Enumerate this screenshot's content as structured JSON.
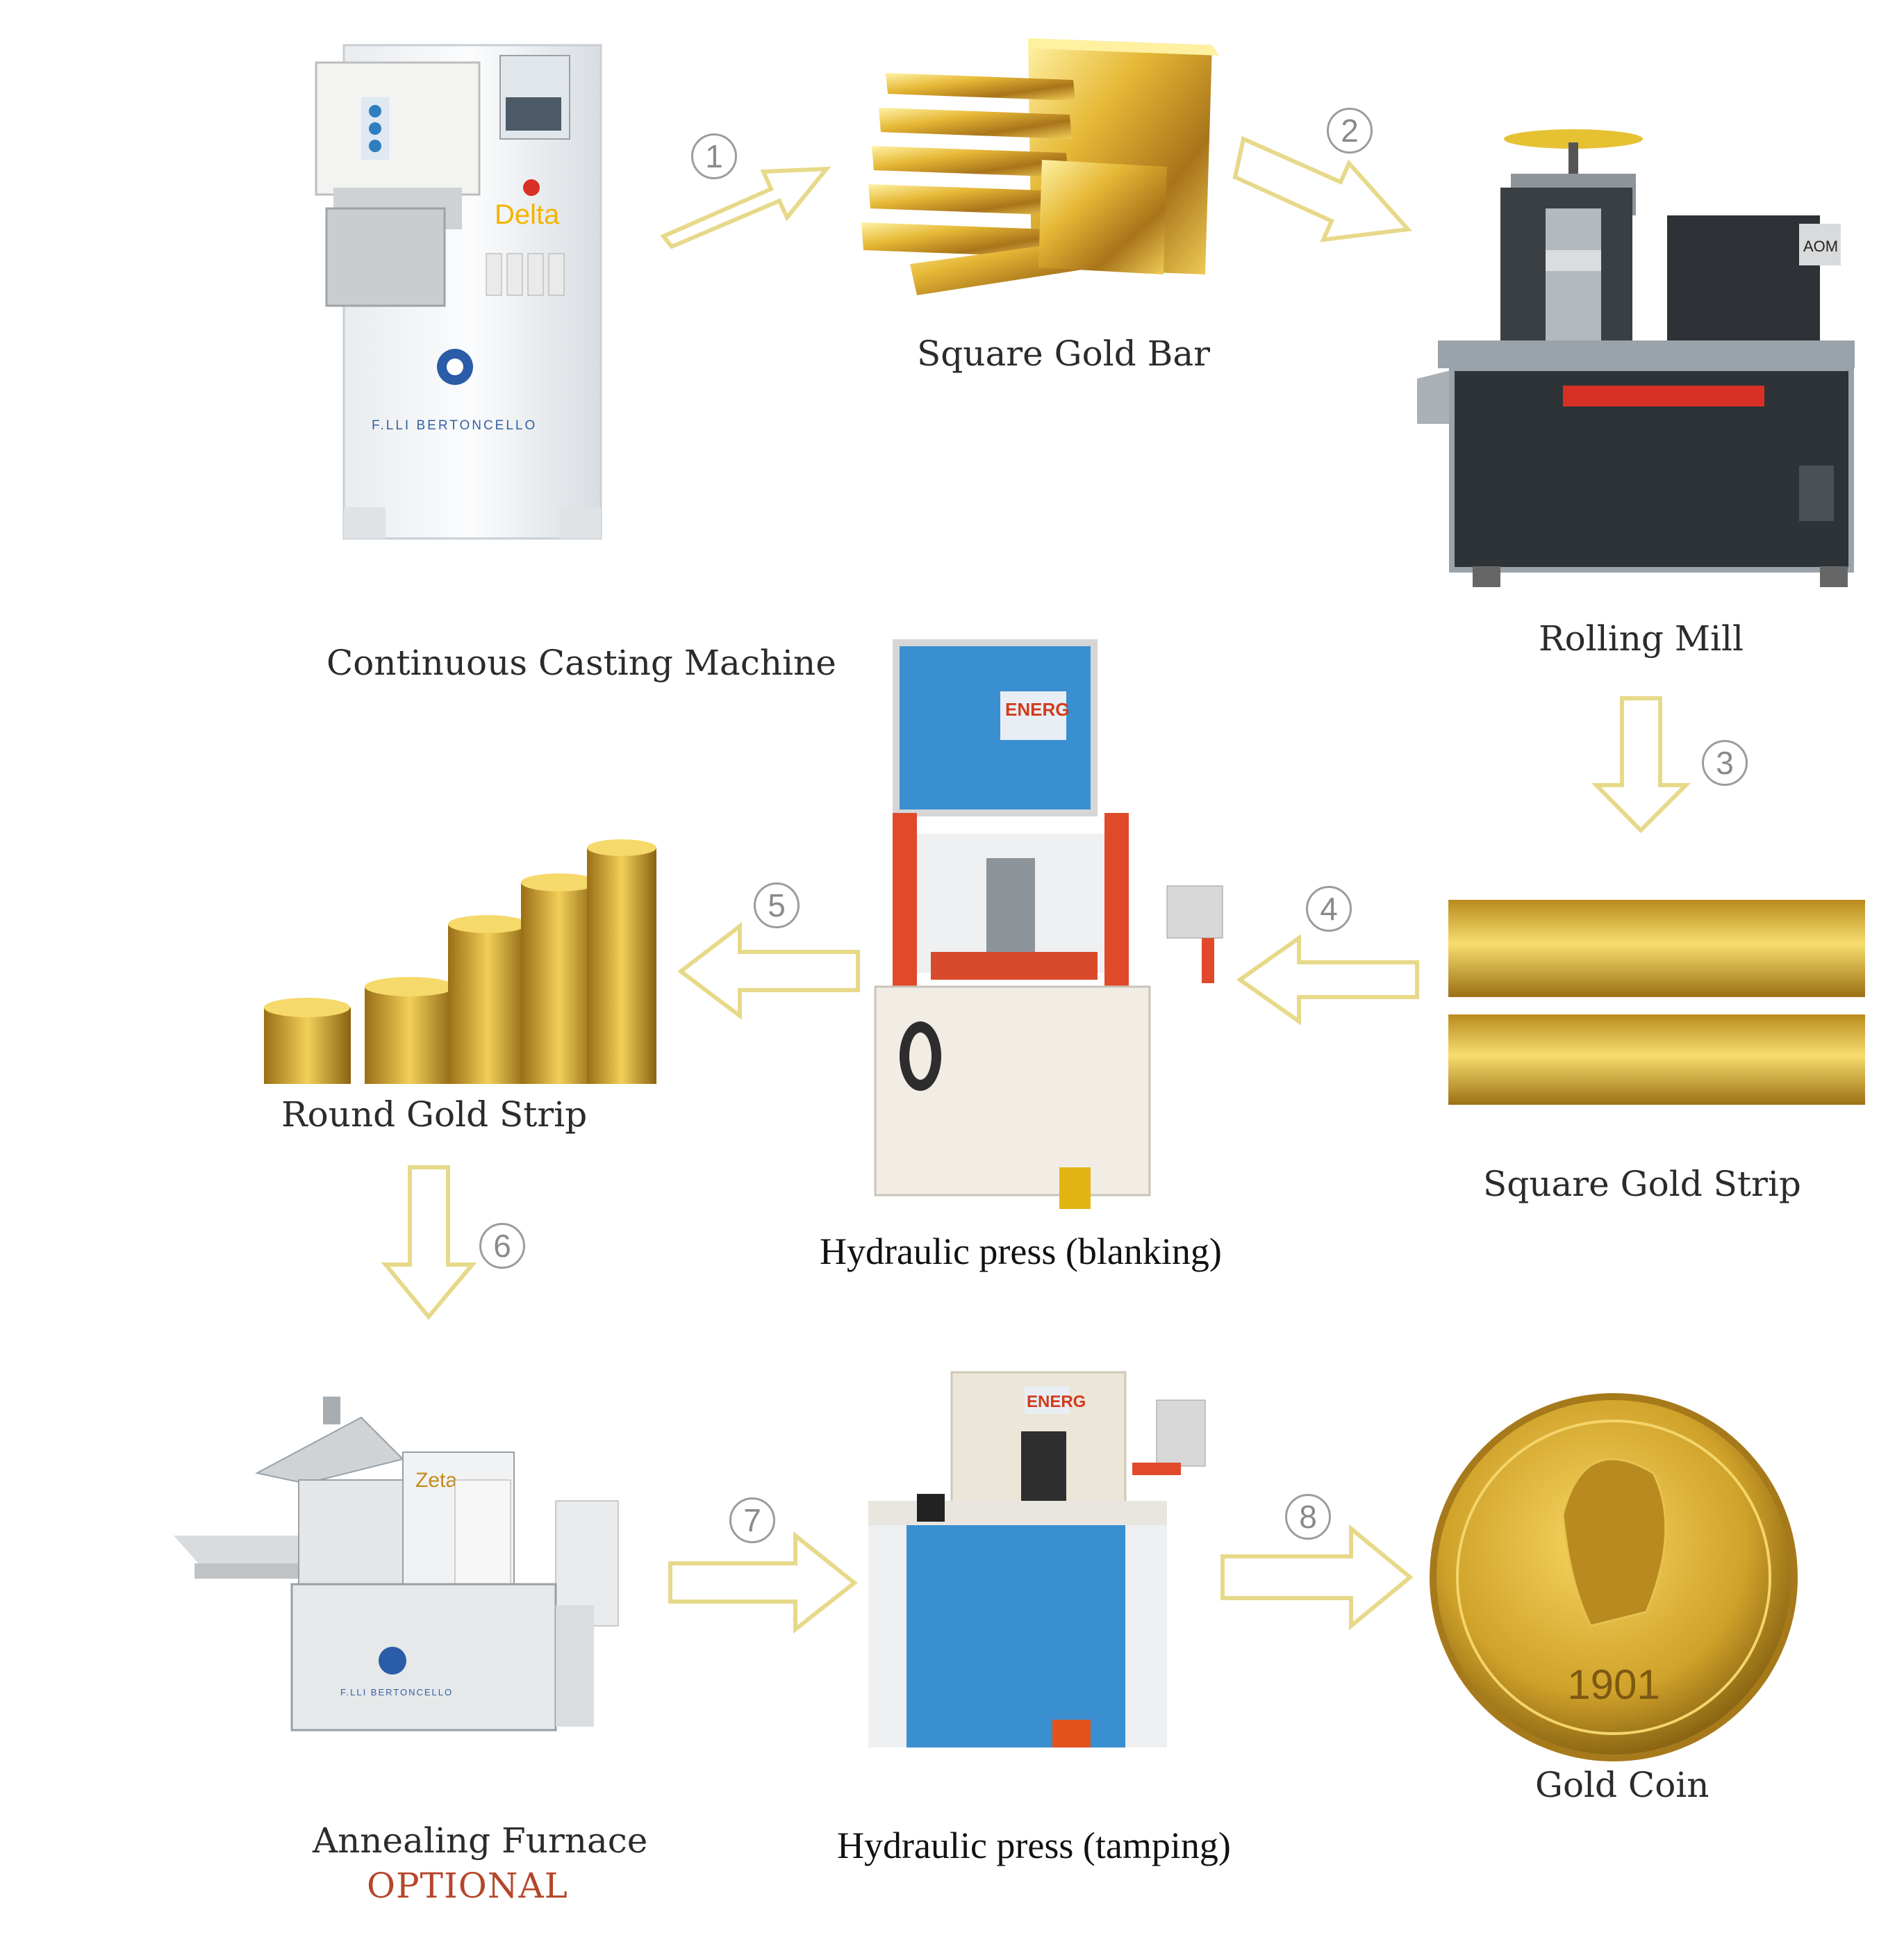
{
  "nodes": {
    "continuous_casting": {
      "label": "Continuous Casting Machine",
      "brand": "F.LLI BERTONCELLO",
      "model": "Delta"
    },
    "square_gold_bar": {
      "label": "Square Gold Bar"
    },
    "rolling_mill": {
      "label": "Rolling Mill",
      "brand": "AOM"
    },
    "square_gold_strip": {
      "label": "Square Gold Strip"
    },
    "hydraulic_press_blanking": {
      "label": "Hydraulic press (blanking)",
      "brand": "ENERG"
    },
    "round_gold_strip": {
      "label": "Round Gold Strip"
    },
    "annealing_furnace": {
      "label": "Annealing Furnace",
      "note": "OPTIONAL",
      "brand": "F.LLI BERTONCELLO",
      "model": "Zeta"
    },
    "hydraulic_press_tamping": {
      "label": "Hydraulic press (tamping)",
      "brand": "ENERG"
    },
    "gold_coin": {
      "label": "Gold Coin",
      "year": "1901"
    }
  },
  "steps": [
    "1",
    "2",
    "3",
    "4",
    "5",
    "6",
    "7",
    "8"
  ],
  "colors": {
    "arrow_stroke": "#e7d98a",
    "gold": "#d4a82a",
    "label": "#2b2b2b",
    "optional": "#b5462a",
    "press_blue": "#3a8fd0",
    "press_red": "#e04a2a"
  }
}
